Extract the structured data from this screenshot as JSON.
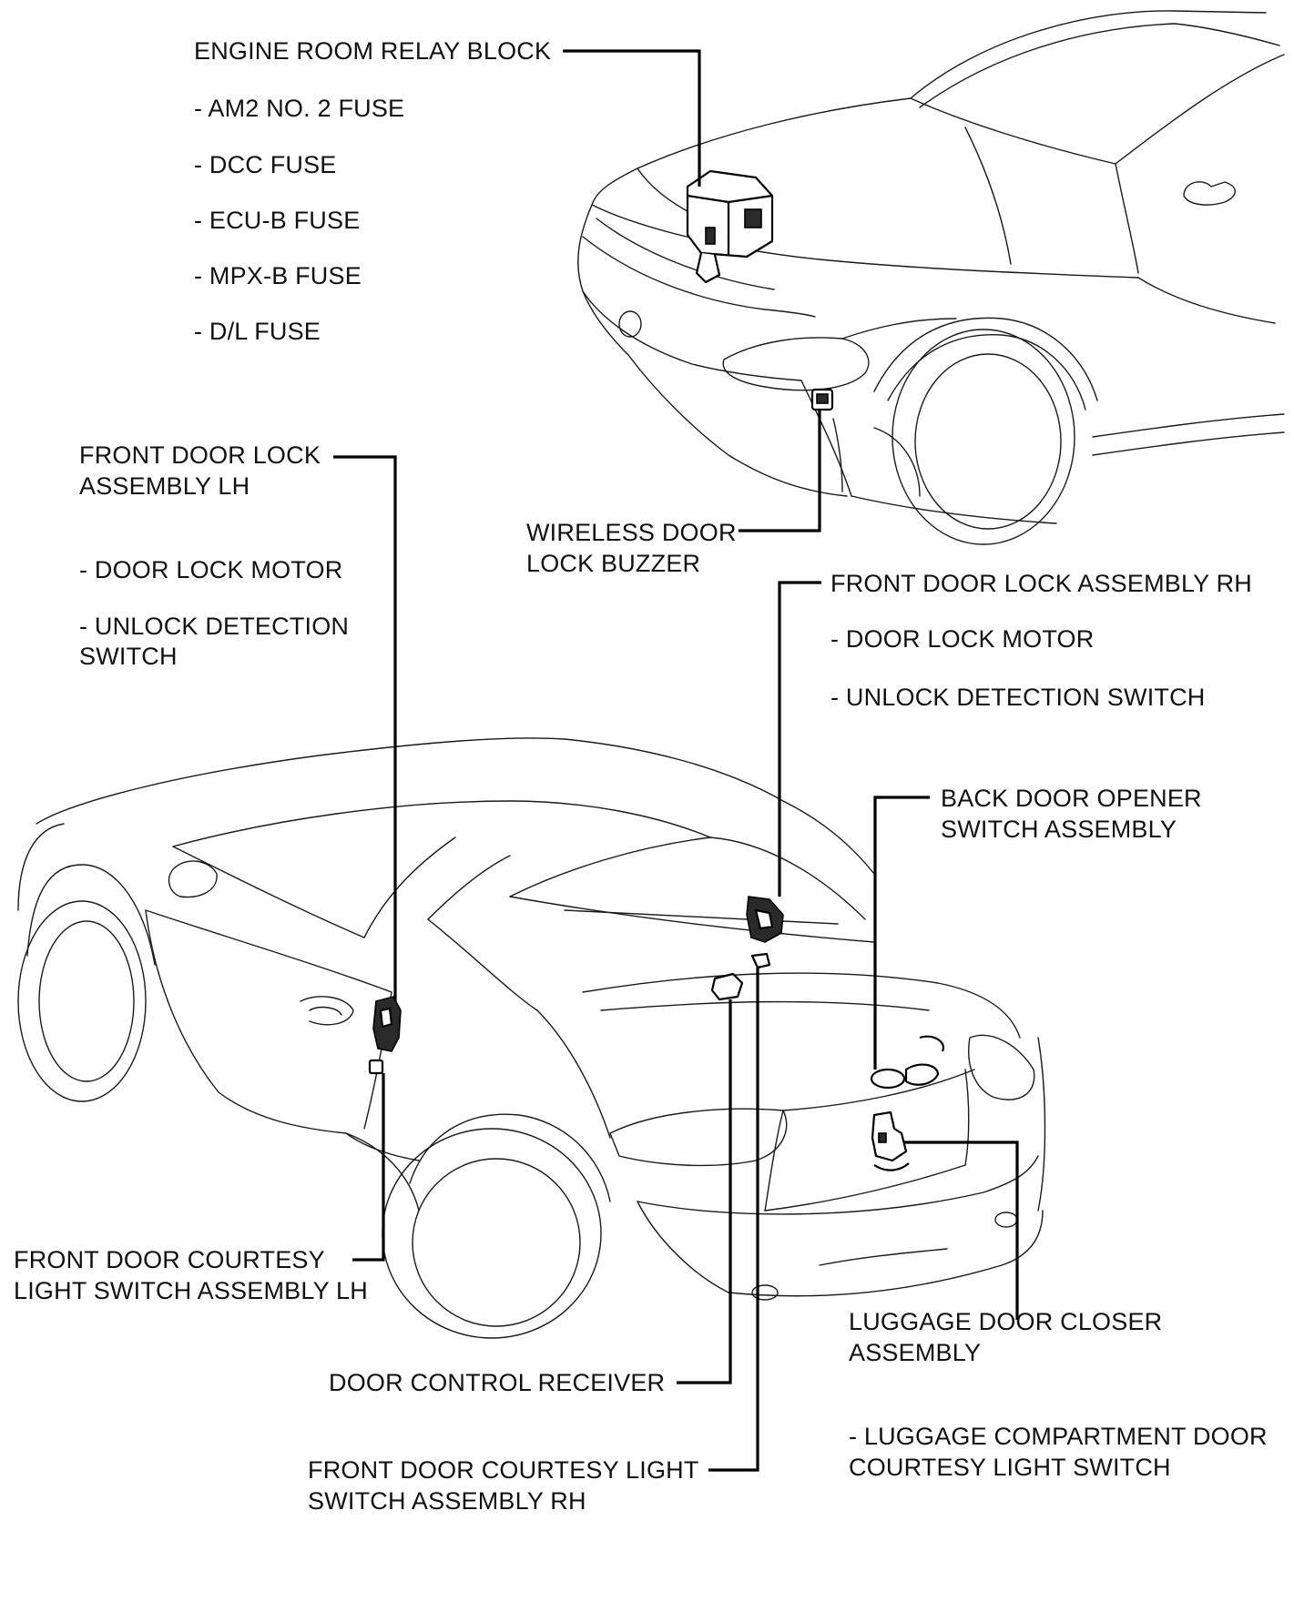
{
  "labels": {
    "engine_room_relay_block": "ENGINE ROOM RELAY BLOCK",
    "am2_fuse": "- AM2 NO. 2 FUSE",
    "dcc_fuse": "- DCC FUSE",
    "ecu_b_fuse": "- ECU-B FUSE",
    "mpx_b_fuse": "- MPX-B FUSE",
    "dl_fuse": "- D/L FUSE",
    "front_door_lock_lh_1": "FRONT DOOR LOCK",
    "front_door_lock_lh_2": "ASSEMBLY LH",
    "lh_door_lock_motor": "- DOOR LOCK MOTOR",
    "lh_unlock_detection_1": "-  UNLOCK DETECTION",
    "lh_unlock_detection_2": "SWITCH",
    "wireless_buzzer_1": "WIRELESS DOOR",
    "wireless_buzzer_2": "LOCK BUZZER",
    "front_door_lock_rh": "FRONT DOOR LOCK ASSEMBLY RH",
    "rh_door_lock_motor": "- DOOR LOCK MOTOR",
    "rh_unlock_detection": "-  UNLOCK DETECTION SWITCH",
    "back_door_opener_1": "BACK DOOR OPENER",
    "back_door_opener_2": "SWITCH ASSEMBLY",
    "courtesy_lh_1": "FRONT DOOR COURTESY",
    "courtesy_lh_2": "LIGHT SWITCH ASSEMBLY LH",
    "luggage_closer_1": "LUGGAGE DOOR CLOSER",
    "luggage_closer_2": "ASSEMBLY",
    "door_control_receiver": "DOOR CONTROL RECEIVER",
    "luggage_courtesy_1": "- LUGGAGE COMPARTMENT DOOR",
    "luggage_courtesy_2": "COURTESY LIGHT SWITCH",
    "courtesy_rh_1": "FRONT DOOR COURTESY LIGHT",
    "courtesy_rh_2": "SWITCH ASSEMBLY RH"
  }
}
